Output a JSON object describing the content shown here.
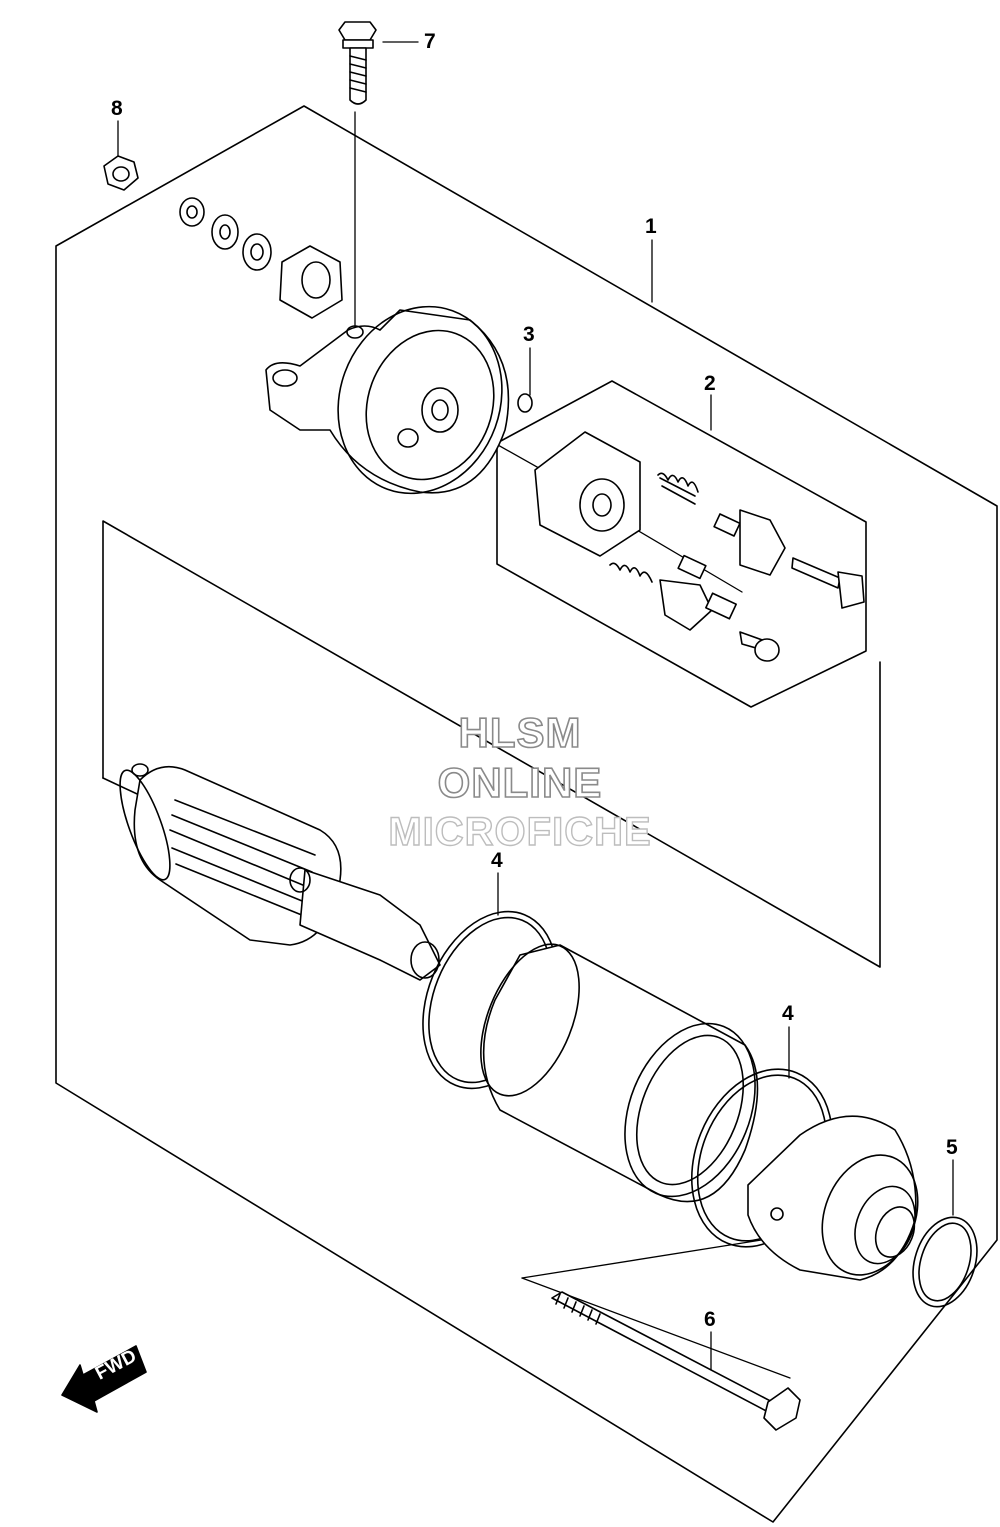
{
  "diagram": {
    "callouts": {
      "c1": "1",
      "c2": "2",
      "c3": "3",
      "c4a": "4",
      "c4b": "4",
      "c5": "5",
      "c6": "6",
      "c7": "7",
      "c8": "8"
    },
    "watermark": {
      "line1": "HLSM",
      "line2": "ONLINE",
      "line3": "MICROFICHE"
    },
    "direction_badge": "FWD"
  }
}
